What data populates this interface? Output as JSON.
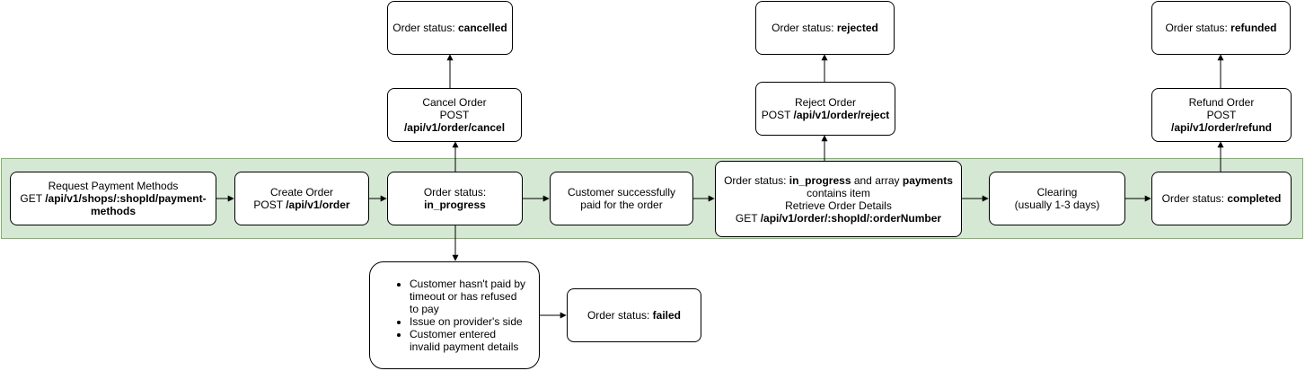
{
  "nodes": {
    "request_payment_methods": {
      "line1": "Request Payment Methods",
      "method": "GET ",
      "path": "/api/v1/shops/:shopId/payment-methods"
    },
    "create_order": {
      "line1": "Create Order",
      "method": "POST ",
      "path": "/api/v1/order"
    },
    "status_in_progress": {
      "prefix": "Order status: ",
      "status": "in_progress"
    },
    "customer_paid": {
      "text": "Customer successfully paid for the order"
    },
    "retrieve_details": {
      "prefix": "Order status: ",
      "status": "in_progress",
      "middle": " and array ",
      "array_name": "payments",
      "suffix": "contains item",
      "line2": "Retrieve Order Details",
      "method": "GET ",
      "path": "/api/v1/order/:shopId/:orderNumber"
    },
    "clearing": {
      "line1": "Clearing",
      "line2": "(usually 1-3 days)"
    },
    "status_completed": {
      "prefix": "Order status: ",
      "status": "completed"
    },
    "cancel_order": {
      "line1": "Cancel Order",
      "method": "POST ",
      "path": "/api/v1/order/cancel"
    },
    "status_cancelled": {
      "prefix": "Order status: ",
      "status": "cancelled"
    },
    "reject_order": {
      "line1": "Reject Order",
      "method": "POST ",
      "path": "/api/v1/order/reject"
    },
    "status_rejected": {
      "prefix": "Order status: ",
      "status": "rejected"
    },
    "refund_order": {
      "line1": "Refund Order",
      "method": "POST ",
      "path": "/api/v1/order/refund"
    },
    "status_refunded": {
      "prefix": "Order status: ",
      "status": "refunded"
    },
    "failure_reasons": {
      "items": [
        "Customer hasn't paid by timeout or has refused to pay",
        "Issue on provider's side",
        "Customer entered invalid payment details"
      ]
    },
    "status_failed": {
      "prefix": "Order status: ",
      "status": "failed"
    }
  }
}
